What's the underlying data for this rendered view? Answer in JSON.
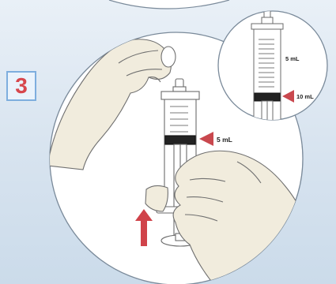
{
  "step": {
    "number": "3"
  },
  "main_view": {
    "marker_label": "5 mL"
  },
  "inset_view": {
    "upper_marker_label": "5 mL",
    "lower_marker_label": "10 mL"
  },
  "colors": {
    "step_number": "#d7474d",
    "step_border": "#7eaede",
    "pointer": "#c9484e",
    "arrow": "#d0434a",
    "plunger_stopper": "#222222",
    "glove": "#f1ecdd",
    "background": "#d9e4ef"
  },
  "icons": [
    "pointer-triangle-icon",
    "up-arrow-icon"
  ]
}
